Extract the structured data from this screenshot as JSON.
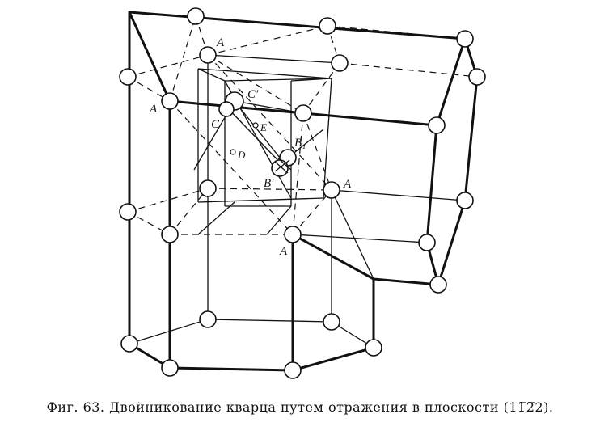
{
  "labels": {
    "A": "A",
    "B1": "B₁",
    "B_prime": "B′",
    "C": "C",
    "C_prime": "C′",
    "D": "D",
    "E": "E"
  },
  "caption": {
    "prefix": "Фиг. 63.",
    "text": "Двойникование кварца путем отражения в плоскости",
    "indices": "(11̅2̅2)."
  },
  "colors": {
    "ink": "#111111",
    "background": "#ffffff"
  }
}
